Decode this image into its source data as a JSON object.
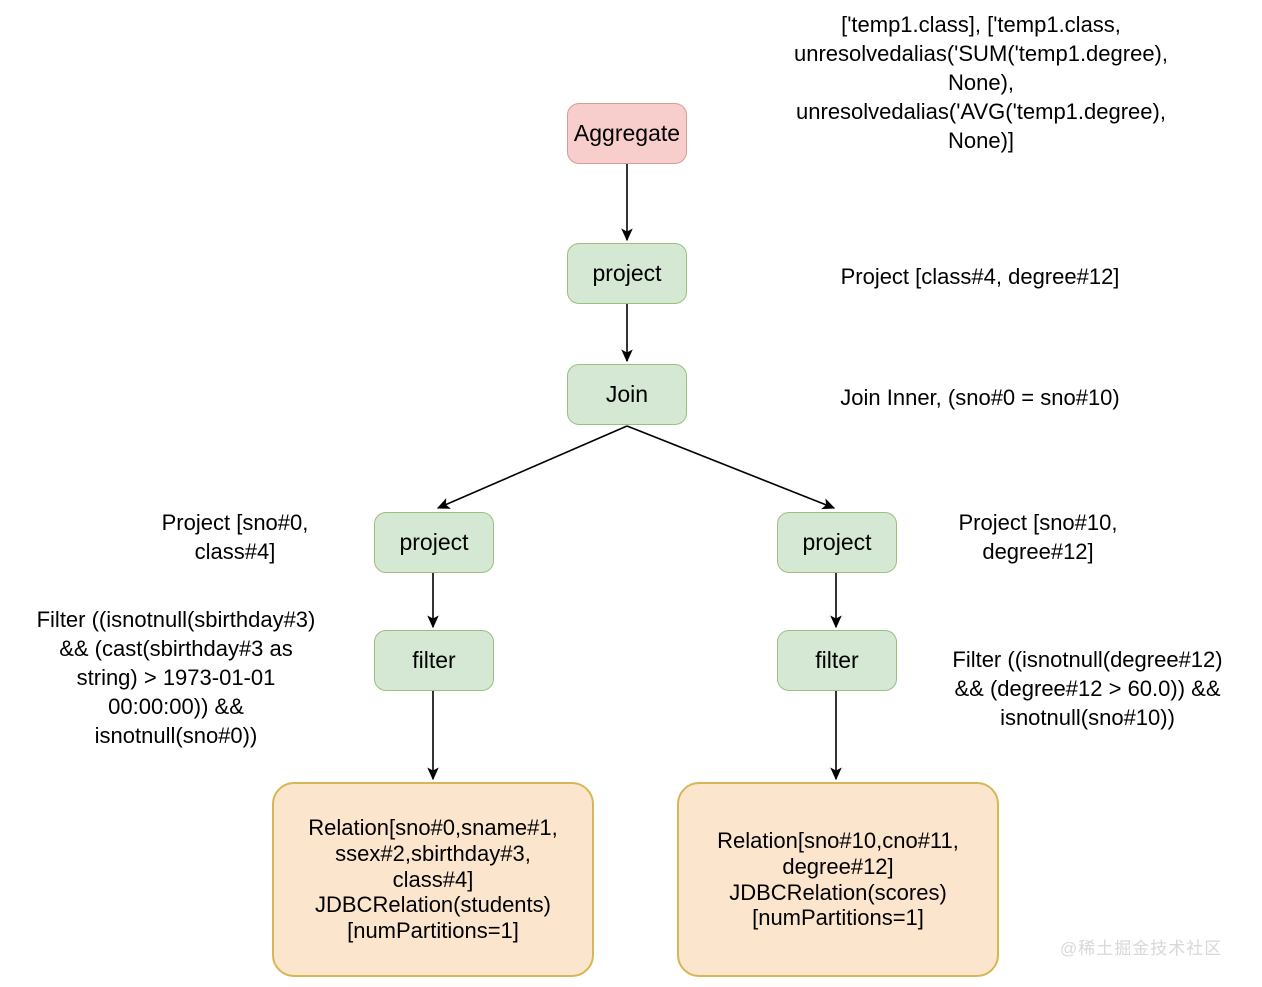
{
  "diagram": {
    "title": "Spark SQL logical plan tree",
    "colors": {
      "aggregate_fill": "#f8cecc",
      "aggregate_stroke": "#d79b98",
      "operator_fill": "#d5e8d4",
      "operator_stroke": "#9ac07f",
      "relation_fill": "#fce5cd",
      "relation_stroke": "#d6b656",
      "edge_stroke": "#000000",
      "text": "#000000",
      "watermark": "#d8d8d8"
    },
    "nodes": {
      "aggregate": "Aggregate",
      "project_top": "project",
      "join": "Join",
      "project_left": "project",
      "project_right": "project",
      "filter_left": "filter",
      "filter_right": "filter",
      "relation_left": "Relation[sno#0,sname#1,\nssex#2,sbirthday#3,\nclass#4]\nJDBCRelation(students)\n[numPartitions=1]",
      "relation_right": "Relation[sno#10,cno#11,\ndegree#12]\nJDBCRelation(scores)\n[numPartitions=1]"
    },
    "annotations": {
      "aggregate": "['temp1.class], ['temp1.class,\nunresolvedalias('SUM('temp1.degree),\nNone),\nunresolvedalias('AVG('temp1.degree),\nNone)]",
      "project_top": "Project [class#4, degree#12]",
      "join": "Join Inner, (sno#0 = sno#10)",
      "project_left": "Project [sno#0,\nclass#4]",
      "filter_left": "Filter ((isnotnull(sbirthday#3)\n&& (cast(sbirthday#3 as\nstring) > 1973-01-01\n00:00:00)) &&\nisnotnull(sno#0))",
      "project_right": "Project [sno#10,\ndegree#12]",
      "filter_right": "Filter ((isnotnull(degree#12)\n&& (degree#12 > 60.0)) &&\nisnotnull(sno#10))"
    },
    "watermark": "@稀土掘金技术社区"
  }
}
